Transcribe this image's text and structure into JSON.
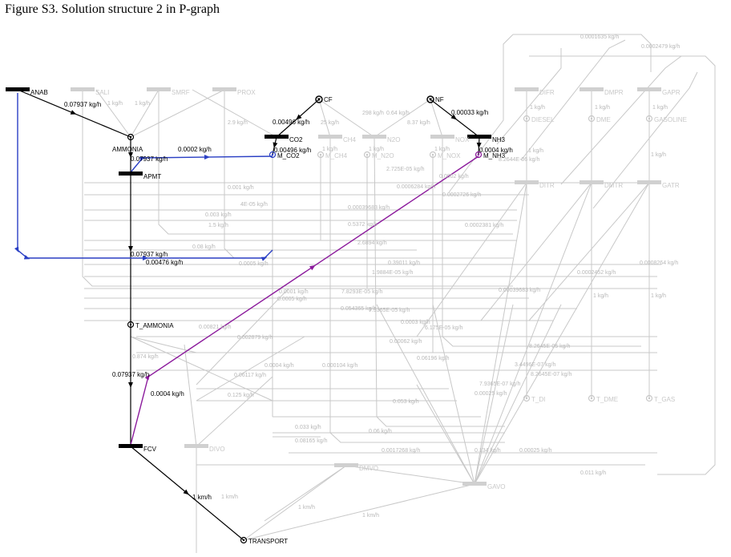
{
  "caption": "Figure S3. Solution structure 2 in P-graph",
  "colors": {
    "active": "#000000",
    "inactive": "#c8c8c8",
    "blue": "#2a3fc4",
    "purple": "#8b1a9c"
  },
  "nodes": [
    {
      "id": "ANAB",
      "label": "ANAB",
      "kind": "op",
      "active": true
    },
    {
      "id": "SALI",
      "label": "SALI",
      "kind": "op",
      "active": false
    },
    {
      "id": "SMRF",
      "label": "SMRF",
      "kind": "op",
      "active": false
    },
    {
      "id": "PROX",
      "label": "PROX",
      "kind": "op",
      "active": false
    },
    {
      "id": "CF",
      "label": "CF",
      "kind": "raw",
      "active": true
    },
    {
      "id": "NF",
      "label": "NF",
      "kind": "raw",
      "active": true
    },
    {
      "id": "DIFR",
      "label": "DIFR",
      "kind": "op",
      "active": false
    },
    {
      "id": "DMPR",
      "label": "DMPR",
      "kind": "op",
      "active": false
    },
    {
      "id": "GAPR",
      "label": "GAPR",
      "kind": "op",
      "active": false
    },
    {
      "id": "AMMONIA",
      "label": "AMMONIA",
      "kind": "mat",
      "active": true
    },
    {
      "id": "CO2",
      "label": "CO2",
      "kind": "op",
      "active": true
    },
    {
      "id": "NH3",
      "label": "NH3",
      "kind": "op",
      "active": true
    },
    {
      "id": "CH4",
      "label": "CH4",
      "kind": "op",
      "active": false
    },
    {
      "id": "N2O",
      "label": "N2O",
      "kind": "op",
      "active": false
    },
    {
      "id": "NOX",
      "label": "NOX",
      "kind": "op",
      "active": false
    },
    {
      "id": "DIESEL",
      "label": "DIESEL",
      "kind": "mat",
      "active": false
    },
    {
      "id": "DME",
      "label": "DME",
      "kind": "mat",
      "active": false
    },
    {
      "id": "GASOLINE",
      "label": "GASOLINE",
      "kind": "mat",
      "active": false
    },
    {
      "id": "M_CO2",
      "label": "M_CO2",
      "kind": "mat",
      "active": true
    },
    {
      "id": "M_CH4",
      "label": "M_CH4",
      "kind": "mat",
      "active": false
    },
    {
      "id": "M_N2O",
      "label": "M_N2O",
      "kind": "mat",
      "active": false
    },
    {
      "id": "M_NOX",
      "label": "M_NOX",
      "kind": "mat",
      "active": false
    },
    {
      "id": "M_NH3",
      "label": "M_NH3",
      "kind": "mat",
      "active": true
    },
    {
      "id": "APMT",
      "label": "APMT",
      "kind": "op",
      "active": true
    },
    {
      "id": "DITR",
      "label": "DITR",
      "kind": "op",
      "active": false
    },
    {
      "id": "DMTR",
      "label": "DMTR",
      "kind": "op",
      "active": false
    },
    {
      "id": "GATR",
      "label": "GATR",
      "kind": "op",
      "active": false
    },
    {
      "id": "T_AMMONIA",
      "label": "T_AMMONIA",
      "kind": "mat",
      "active": true
    },
    {
      "id": "T_DI",
      "label": "T_DI",
      "kind": "mat",
      "active": false
    },
    {
      "id": "T_DME",
      "label": "T_DME",
      "kind": "mat",
      "active": false
    },
    {
      "id": "T_GAS",
      "label": "T_GAS",
      "kind": "mat",
      "active": false
    },
    {
      "id": "FCV",
      "label": "FCV",
      "kind": "op",
      "active": true
    },
    {
      "id": "DIVO",
      "label": "DIVO",
      "kind": "op",
      "active": false
    },
    {
      "id": "DMVO",
      "label": "DMVO",
      "kind": "op",
      "active": false
    },
    {
      "id": "GAVO",
      "label": "GAVO",
      "kind": "op",
      "active": false
    },
    {
      "id": "TRANSPORT",
      "label": "TRANSPORT",
      "kind": "mat",
      "active": true
    }
  ],
  "active_edges": [
    {
      "from": "ANAB",
      "to": "AMMONIA",
      "label": "0.07937 kg/h",
      "color": "black"
    },
    {
      "from": "CF",
      "to": "CO2",
      "label": "0.00496 kg/h",
      "color": "black"
    },
    {
      "from": "CO2",
      "to": "M_CO2",
      "label": "0.00496 kg/h",
      "color": "black"
    },
    {
      "from": "NF",
      "to": "NH3",
      "label": "0.00033 kg/h",
      "color": "black"
    },
    {
      "from": "NH3",
      "to": "M_NH3",
      "label": "0.0004 kg/h",
      "color": "black"
    },
    {
      "from": "AMMONIA",
      "to": "APMT",
      "label": "0.07937 kg/h",
      "color": "black"
    },
    {
      "from": "APMT",
      "to": "T_AMMONIA",
      "label": "0.07937 kg/h",
      "color": "black"
    },
    {
      "from": "T_AMMONIA",
      "to": "FCV",
      "label": "0.07937 kg/h",
      "color": "black"
    },
    {
      "from": "FCV",
      "to": "TRANSPORT",
      "label": "1 km/h",
      "color": "black"
    },
    {
      "from": "APMT",
      "to": "M_CO2",
      "label": "0.0002 kg/h",
      "color": "blue"
    },
    {
      "from": "ANAB",
      "to": "APMT",
      "label": "0.00476 kg/h",
      "color": "blue"
    },
    {
      "from": "FCV",
      "to": "M_NH3",
      "label": "0.0004 kg/h",
      "color": "purple"
    }
  ],
  "inactive_labels": [
    "1 kg/h",
    "1 kg/h",
    "2.9 kg/h",
    "25 kg/h",
    "298 kg/h",
    "0.64 kg/h",
    "8.37 kg/h",
    "0.0001635 kg/h",
    "0.0002479 kg/h",
    "1 kg/h",
    "1 kg/h",
    "1 kg/h",
    "1 kg/h",
    "1 kg/h",
    "1 kg/h",
    "1 kg/h",
    "8.2644E-06 kg/h",
    "1 kg/h",
    "2.725E-05 kg/h",
    "0.0002 kg/h",
    "0.0006284 kg/h",
    "0.0002726 kg/h",
    "0.001 kg/h",
    "4E-05 kg/h",
    "0.00039683 kg/h",
    "0.003 kg/h",
    "1.5 kg/h",
    "0.5372 kg/h",
    "0.0002381 kg/h",
    "2.6894 kg/h",
    "0.08 kg/h",
    "0.39011 kg/h",
    "0.0005 kg/h",
    "1.9884E-05 kg/h",
    "0.0002452 kg/h",
    "0.0008264 kg/h",
    "0.0001 kg/h",
    "7.8293E-05 kg/h",
    "0.00039683 kg/h",
    "1 kg/h",
    "1 kg/h",
    "0.0005 kg/h",
    "0.054365 kg/h",
    "7.9365E-05 kg/h",
    "0.0003 kg/h",
    "6.175E-05 kg/h",
    "0.00062 kg/h",
    "0.002879 kg/h",
    "0.00821 kg/h",
    "0.874 kg/h",
    "0.06196 kg/h",
    "8.2645E-05 kg/h",
    "0.0004 kg/h",
    "0.000104 kg/h",
    "3.4496E-07 kg/h",
    "0.06117 kg/h",
    "8.2645E-07 kg/h",
    "7.9365E-07 kg/h",
    "0.125 kg/h",
    "0.053 kg/h",
    "0.00025 kg/h",
    "0.033 kg/h",
    "0.06 kg/h",
    "0.08165 kg/h",
    "0.0017268 kg/h",
    "0.134 kg/h",
    "0.00025 kg/h",
    "0.011 kg/h",
    "1 km/h",
    "1 km/h",
    "1 km/h"
  ]
}
